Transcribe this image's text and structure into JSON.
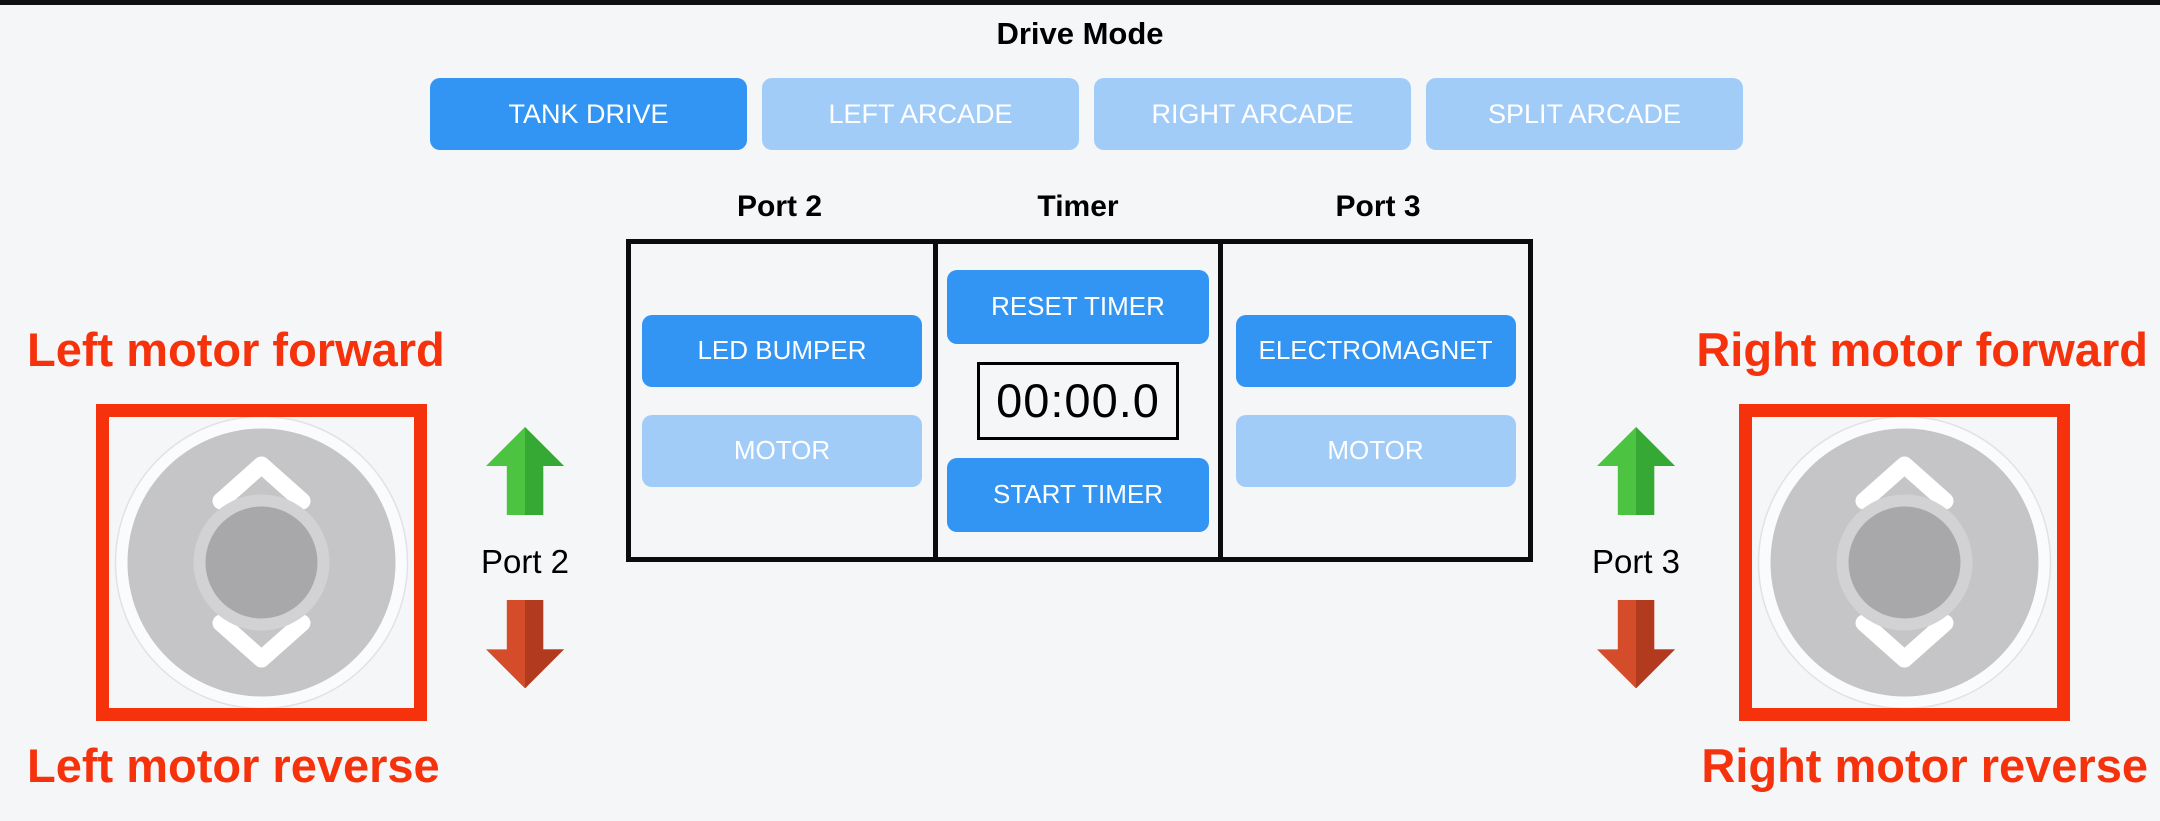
{
  "drive_mode": {
    "title": "Drive Mode",
    "buttons": [
      {
        "label": "TANK DRIVE",
        "active": true
      },
      {
        "label": "LEFT ARCADE",
        "active": false
      },
      {
        "label": "RIGHT ARCADE",
        "active": false
      },
      {
        "label": "SPLIT ARCADE",
        "active": false
      }
    ]
  },
  "panel": {
    "columns": [
      {
        "header": "Port 2"
      },
      {
        "header": "Timer"
      },
      {
        "header": "Port 3"
      }
    ],
    "port2": {
      "led_bumper_label": "LED BUMPER",
      "motor_label": "MOTOR"
    },
    "timer": {
      "reset_label": "RESET TIMER",
      "display_value": "00:00.0",
      "start_label": "START TIMER"
    },
    "port3": {
      "electromagnet_label": "ELECTROMAGNET",
      "motor_label": "MOTOR"
    }
  },
  "left_stick": {
    "forward_label": "Left motor forward",
    "reverse_label": "Left motor reverse",
    "port_label": "Port 2"
  },
  "right_stick": {
    "forward_label": "Right motor forward",
    "reverse_label": "Right motor reverse",
    "port_label": "Port 3"
  },
  "colors": {
    "accent_blue": "#3295f3",
    "inactive_blue": "#a2ccf8",
    "annotation_red": "#f5320c",
    "arrow_green": "#4cc441",
    "arrow_green_dark": "#36a934",
    "arrow_brick": "#d54c2b",
    "arrow_brick_dark": "#b23a1e",
    "background": "#f5f6f8"
  }
}
